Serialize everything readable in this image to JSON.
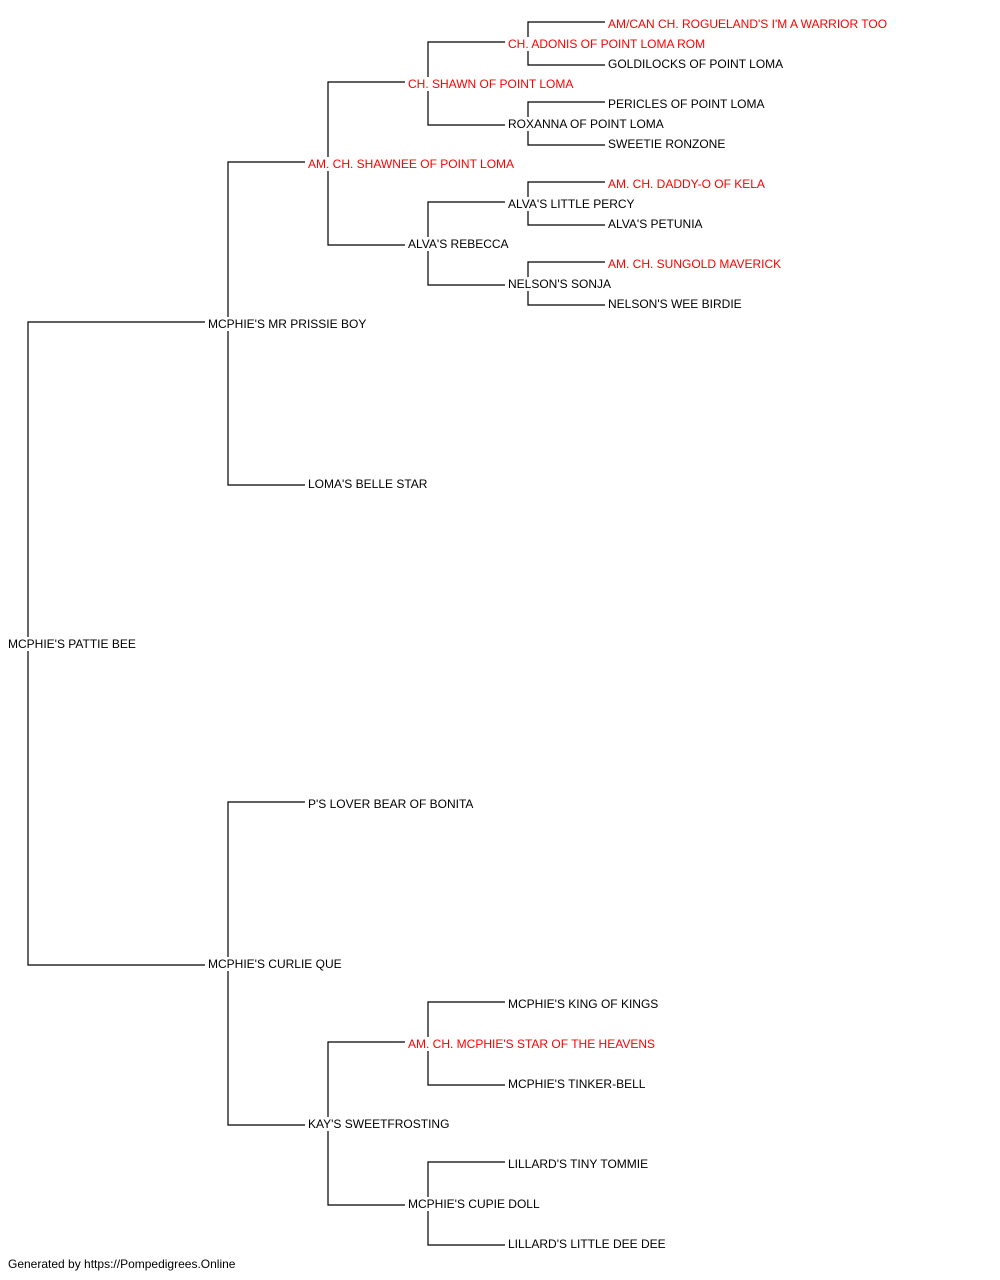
{
  "colors": {
    "champion": "#ff0000",
    "normal": "#000000",
    "line": "#000000"
  },
  "subject": {
    "name": "MCPHIE'S PATTIE BEE",
    "champion": false
  },
  "sire": {
    "name": "MCPHIE'S MR PRISSIE BOY",
    "champion": false
  },
  "dam": {
    "name": "MCPHIE'S CURLIE QUE",
    "champion": false
  },
  "sire_sire": {
    "name": "AM. CH. SHAWNEE OF POINT LOMA",
    "champion": true
  },
  "sire_dam": {
    "name": "LOMA'S BELLE STAR",
    "champion": false
  },
  "dam_sire": {
    "name": "P'S LOVER BEAR OF BONITA",
    "champion": false
  },
  "dam_dam": {
    "name": "KAY'S SWEETFROSTING",
    "champion": false
  },
  "sss": {
    "name": "CH. SHAWN OF POINT LOMA",
    "champion": true
  },
  "ssd": {
    "name": "ALVA'S REBECCA",
    "champion": false
  },
  "dds": {
    "name": "AM. CH. MCPHIE'S STAR OF THE HEAVENS",
    "champion": true
  },
  "ddd": {
    "name": "MCPHIE'S CUPIE DOLL",
    "champion": false
  },
  "ssss": {
    "name": "CH. ADONIS OF POINT LOMA ROM",
    "champion": true
  },
  "sssd": {
    "name": "ROXANNA OF POINT LOMA",
    "champion": false
  },
  "ssds": {
    "name": "ALVA'S LITTLE PERCY",
    "champion": false
  },
  "ssdd": {
    "name": "NELSON'S SONJA",
    "champion": false
  },
  "ddss": {
    "name": "MCPHIE'S KING OF KINGS",
    "champion": false
  },
  "ddsd": {
    "name": "MCPHIE'S TINKER-BELL",
    "champion": false
  },
  "ddds": {
    "name": "LILLARD'S TINY TOMMIE",
    "champion": false
  },
  "dddd": {
    "name": "LILLARD'S LITTLE DEE DEE",
    "champion": false
  },
  "sssss": {
    "name": "AM/CAN CH. ROGUELAND'S I'M A WARRIOR TOO",
    "champion": true
  },
  "ssssd": {
    "name": "GOLDILOCKS OF POINT LOMA",
    "champion": false
  },
  "sssds": {
    "name": "PERICLES OF POINT LOMA",
    "champion": false
  },
  "sssdd": {
    "name": "SWEETIE RONZONE",
    "champion": false
  },
  "ssdss": {
    "name": "AM. CH. DADDY-O OF KELA",
    "champion": true
  },
  "ssdsd": {
    "name": "ALVA'S PETUNIA",
    "champion": false
  },
  "ssdds": {
    "name": "AM. CH. SUNGOLD MAVERICK",
    "champion": true
  },
  "ssddd": {
    "name": "NELSON'S WEE BIRDIE",
    "champion": false
  },
  "footer": "Generated by https://Pompedigrees.Online"
}
